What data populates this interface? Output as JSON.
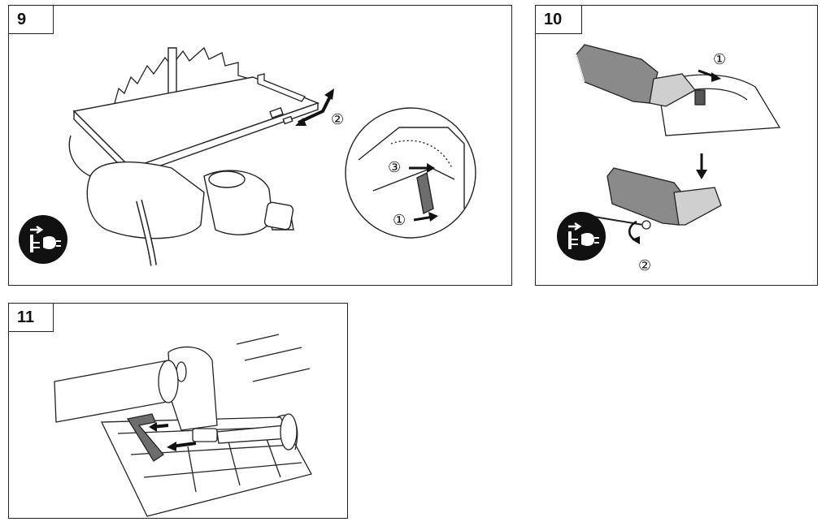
{
  "figures": [
    {
      "number": "9",
      "callouts": [
        "②",
        "③",
        "①"
      ]
    },
    {
      "number": "10",
      "callouts": [
        "①",
        "②"
      ]
    },
    {
      "number": "11"
    }
  ],
  "colors": {
    "stroke": "#222222",
    "fill_dark": "#111111",
    "fill_mid": "#7a7a7a",
    "fill_light": "#d8d8d8"
  },
  "icons": [
    "unplug-icon"
  ]
}
